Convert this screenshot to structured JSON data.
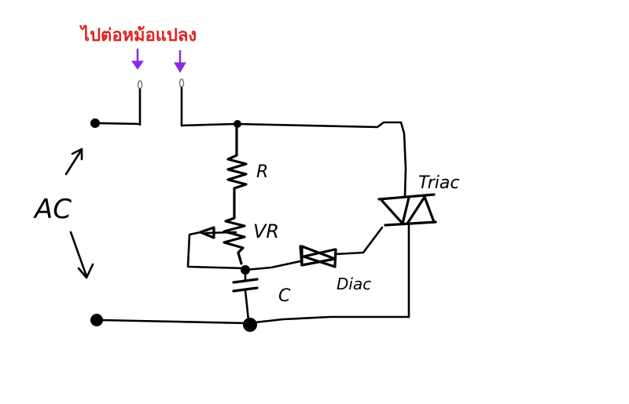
{
  "note_text": "ไปต่อหม้อแปลง",
  "colors": {
    "note": "#e02020",
    "arrow": "#8a2be2",
    "ink": "#000000",
    "terminal": "#7a7a7a"
  },
  "labels": {
    "ac": "AC",
    "r": "R",
    "vr": "VR",
    "c": "C",
    "diac": "Diac",
    "triac": "Triac"
  }
}
